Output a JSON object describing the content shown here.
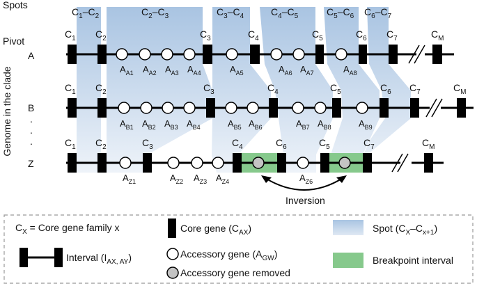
{
  "header": {
    "spots": "Spots",
    "pivot": "Pivot"
  },
  "axis_label": "Genome in the clade",
  "spot_labels": [
    {
      "pre": "C",
      "s1": "1",
      "mid": "–C",
      "s2": "2"
    },
    {
      "pre": "C",
      "s1": "2",
      "mid": "–C",
      "s2": "3"
    },
    {
      "pre": "C",
      "s1": "3",
      "mid": "–C",
      "s2": "4"
    },
    {
      "pre": "C",
      "s1": "4",
      "mid": "–C",
      "s2": "5"
    },
    {
      "pre": "C",
      "s1": "5",
      "mid": "–C",
      "s2": "6"
    },
    {
      "pre": "C",
      "s1": "6",
      "mid": "–C",
      "s2": "7"
    }
  ],
  "genomes": {
    "A": {
      "row_label": "A",
      "core": [
        {
          "b": "C",
          "s": "1"
        },
        {
          "b": "C",
          "s": "2"
        },
        {
          "b": "C",
          "s": "3"
        },
        {
          "b": "C",
          "s": "4"
        },
        {
          "b": "C",
          "s": "5"
        },
        {
          "b": "C",
          "s": "6"
        },
        {
          "b": "C",
          "s": "7"
        },
        {
          "b": "C",
          "s": "M"
        }
      ],
      "acc": [
        {
          "b": "A",
          "s": "A1"
        },
        {
          "b": "A",
          "s": "A2"
        },
        {
          "b": "A",
          "s": "A3"
        },
        {
          "b": "A",
          "s": "A4"
        },
        {
          "b": "A",
          "s": "A5"
        },
        {
          "b": "A",
          "s": "A6"
        },
        {
          "b": "A",
          "s": "A7"
        },
        {
          "b": "A",
          "s": "A8"
        }
      ]
    },
    "B": {
      "row_label": "B",
      "core": [
        {
          "b": "C",
          "s": "1"
        },
        {
          "b": "C",
          "s": "2"
        },
        {
          "b": "C",
          "s": "3"
        },
        {
          "b": "C",
          "s": "4"
        },
        {
          "b": "C",
          "s": "5"
        },
        {
          "b": "C",
          "s": "6"
        },
        {
          "b": "C",
          "s": "7"
        },
        {
          "b": "C",
          "s": "M"
        }
      ],
      "acc": [
        {
          "b": "A",
          "s": "B1"
        },
        {
          "b": "A",
          "s": "B2"
        },
        {
          "b": "A",
          "s": "B3"
        },
        {
          "b": "A",
          "s": "B4"
        },
        {
          "b": "A",
          "s": "B5"
        },
        {
          "b": "A",
          "s": "B6"
        },
        {
          "b": "A",
          "s": "B7"
        },
        {
          "b": "A",
          "s": "B8"
        },
        {
          "b": "A",
          "s": "B9"
        }
      ]
    },
    "Z": {
      "row_label": "Z",
      "core": [
        {
          "b": "C",
          "s": "1"
        },
        {
          "b": "C",
          "s": "2"
        },
        {
          "b": "C",
          "s": "3"
        },
        {
          "b": "C",
          "s": "4"
        },
        {
          "b": "C",
          "s": "6"
        },
        {
          "b": "C",
          "s": "5"
        },
        {
          "b": "C",
          "s": "7"
        },
        {
          "b": "C",
          "s": "M"
        }
      ],
      "acc": [
        {
          "b": "A",
          "s": "Z1"
        },
        {
          "b": "A",
          "s": "Z2"
        },
        {
          "b": "A",
          "s": "Z3"
        },
        {
          "b": "A",
          "s": "Z4"
        },
        {
          "b": "A",
          "s": "Z6"
        }
      ]
    }
  },
  "ellipsis": [
    ".",
    ".",
    "."
  ],
  "inversion_label": "Inversion",
  "legend": {
    "cx": {
      "b": "C",
      "s": "X",
      "rest": " = Core gene family x"
    },
    "interval": {
      "text": "Interval (I",
      "s": "AX, AY",
      "close": ")"
    },
    "core": {
      "text": "Core gene (C",
      "s": "AX",
      "close": ")"
    },
    "acc": {
      "text": "Accessory gene (A",
      "s": "GW",
      "close": ")"
    },
    "removed": {
      "text": "Accessory gene removed"
    },
    "spot": {
      "text": "Spot (C",
      "s1": "X",
      "mid": "–C",
      "s2": "x+1",
      "close": ")"
    },
    "breakpoint": {
      "text": "Breakpoint interval"
    }
  },
  "colors": {
    "spot_top": "#a9c4e2",
    "spot_bottom": "#e9eff7",
    "breakpoint": "#86c98c",
    "core": "#000000",
    "accessory_fill": "#ffffff",
    "removed_fill": "#c4c4c4",
    "legend_border": "#999999"
  }
}
